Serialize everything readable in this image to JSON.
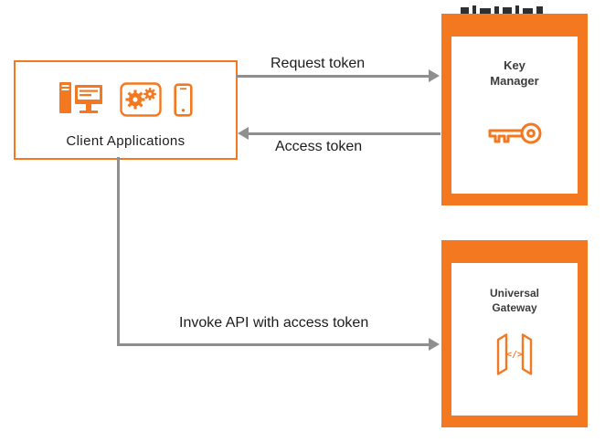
{
  "client_box": {
    "label": "Client Applications"
  },
  "key_manager_panel": {
    "label": "Key Manager"
  },
  "universal_gateway_panel": {
    "label": "Universal Gateway"
  },
  "arrows": {
    "request_token_label": "Request token",
    "access_token_label": "Access token",
    "invoke_api_label": "Invoke API with access token"
  },
  "icons": {
    "client": [
      "desktop-computer-icon",
      "gears-icon",
      "smartphone-icon"
    ],
    "key_manager": "key-icon",
    "universal_gateway": "code-gateway-icon"
  },
  "colors": {
    "accent_orange": "#F4781F",
    "arrow_gray": "#8F8F8F",
    "label_text": "#1C1C1C"
  }
}
